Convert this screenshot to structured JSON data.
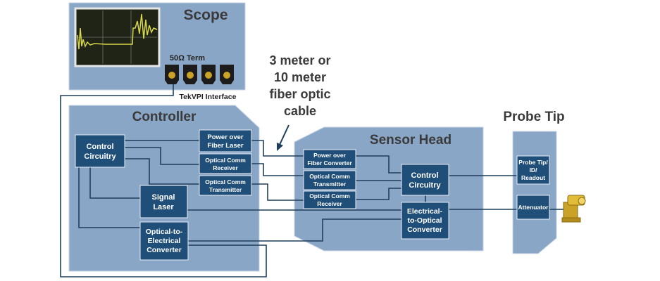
{
  "scope": {
    "title": "Scope",
    "term_label": "50Ω Term",
    "interface_label": "TekVPI Interface"
  },
  "controller": {
    "title": "Controller",
    "control_circuitry": [
      "Control",
      "Circuitry"
    ],
    "signal_laser": [
      "Signal",
      "Laser"
    ],
    "o2e_converter": [
      "Optical-to-",
      "Electrical",
      "Converter"
    ],
    "power_over_fiber_laser": [
      "Power over",
      "Fiber Laser"
    ],
    "optical_comm_receiver": [
      "Optical Comm",
      "Receiver"
    ],
    "optical_comm_transmitter": [
      "Optical Comm",
      "Transmitter"
    ]
  },
  "cable_note": [
    "3 meter or",
    "10 meter",
    "fiber optic",
    "cable"
  ],
  "sensor_head": {
    "title": "Sensor Head",
    "power_over_fiber_converter": [
      "Power over",
      "Fiber Converter"
    ],
    "optical_comm_transmitter": [
      "Optical Comm",
      "Transmitter"
    ],
    "optical_comm_receiver": [
      "Optical Comm",
      "Receiver"
    ],
    "control_circuitry": [
      "Control",
      "Circuitry"
    ],
    "e2o_converter": [
      "Electrical-",
      "to-Optical",
      "Converter"
    ]
  },
  "probe_tip": {
    "title": "Probe Tip",
    "readout": [
      "Probe Tip/",
      "ID/",
      "Readout"
    ],
    "attenuator": "Attenuator"
  },
  "colors": {
    "panel": "#8aa6c6",
    "block": "#1f4e79",
    "wire": "#1f3f5c",
    "screen": "#1f2417",
    "trace": "#d8d84a",
    "connector": "#c9a227"
  }
}
